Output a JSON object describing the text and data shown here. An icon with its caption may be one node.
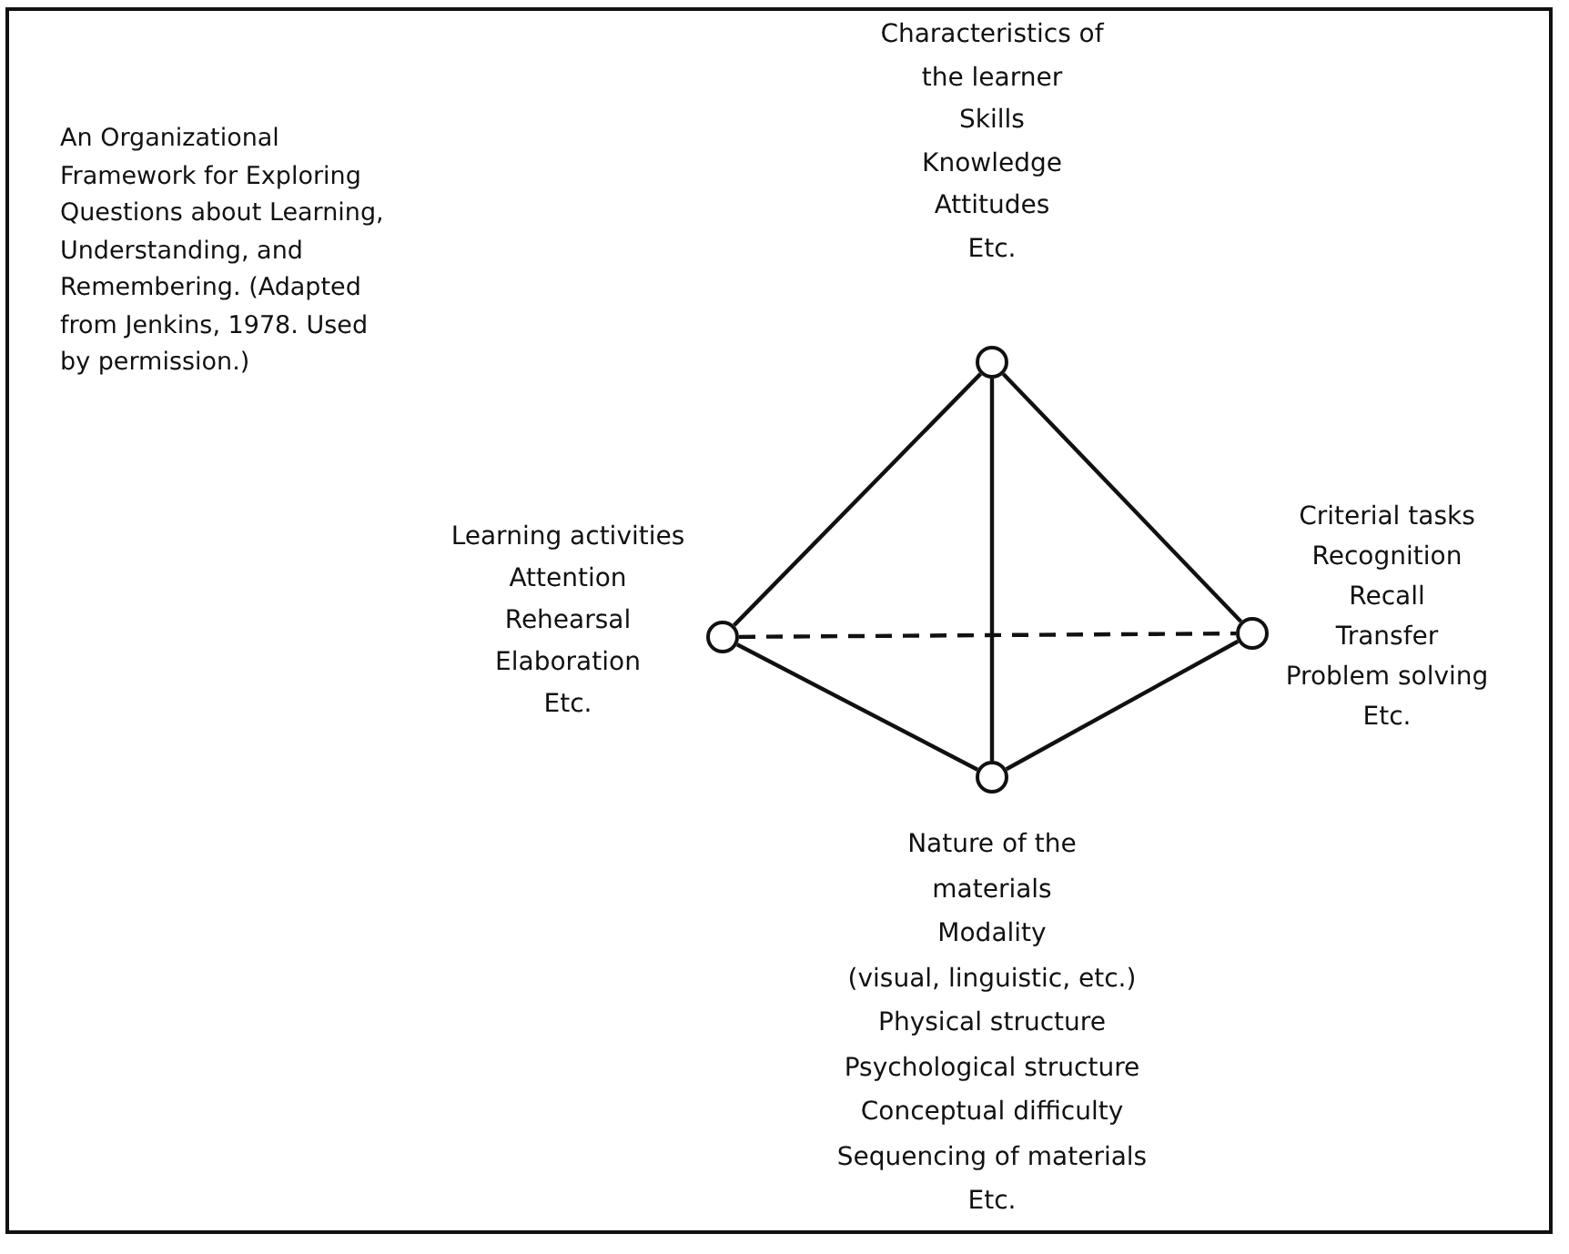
{
  "diagram": {
    "caption": "An Organizational Framework for Exploring Questions about Learning, Understanding, and Remembering. (Adapted from Jenkins, 1978. Used by permission.)",
    "nodes": [
      {
        "text": [],
        "shape": "circle",
        "beside": [
          "Characteristics of the learner",
          "Skills",
          "Knowledge",
          "Attitudes",
          "Etc."
        ]
      },
      {
        "text": [],
        "shape": "circle",
        "beside": [
          "Learning activities",
          "Attention",
          "Rehearsal",
          "Elaboration",
          "Etc."
        ]
      },
      {
        "text": [],
        "shape": "circle",
        "beside": [
          "Criterial tasks",
          "Recognition",
          "Recall",
          "Transfer",
          "Problem solving",
          "Etc."
        ]
      },
      {
        "text": [],
        "shape": "circle",
        "beside": [
          "Nature of the materials",
          "Modality",
          "(visual, linguistic, etc.)",
          "Physical structure",
          "Psychological structure",
          "Conceptual difficulty",
          "Sequencing of materials",
          "Etc."
        ]
      }
    ],
    "edges": [
      {
        "from": 0,
        "to": 1,
        "arrow": "none"
      },
      {
        "from": 0,
        "to": 2,
        "arrow": "none"
      },
      {
        "from": 0,
        "to": 3,
        "arrow": "none"
      },
      {
        "from": 1,
        "to": 3,
        "arrow": "none"
      },
      {
        "from": 2,
        "to": 3,
        "arrow": "none"
      },
      {
        "from": 1,
        "to": 2,
        "arrow": "none",
        "style": "dashed"
      }
    ]
  }
}
